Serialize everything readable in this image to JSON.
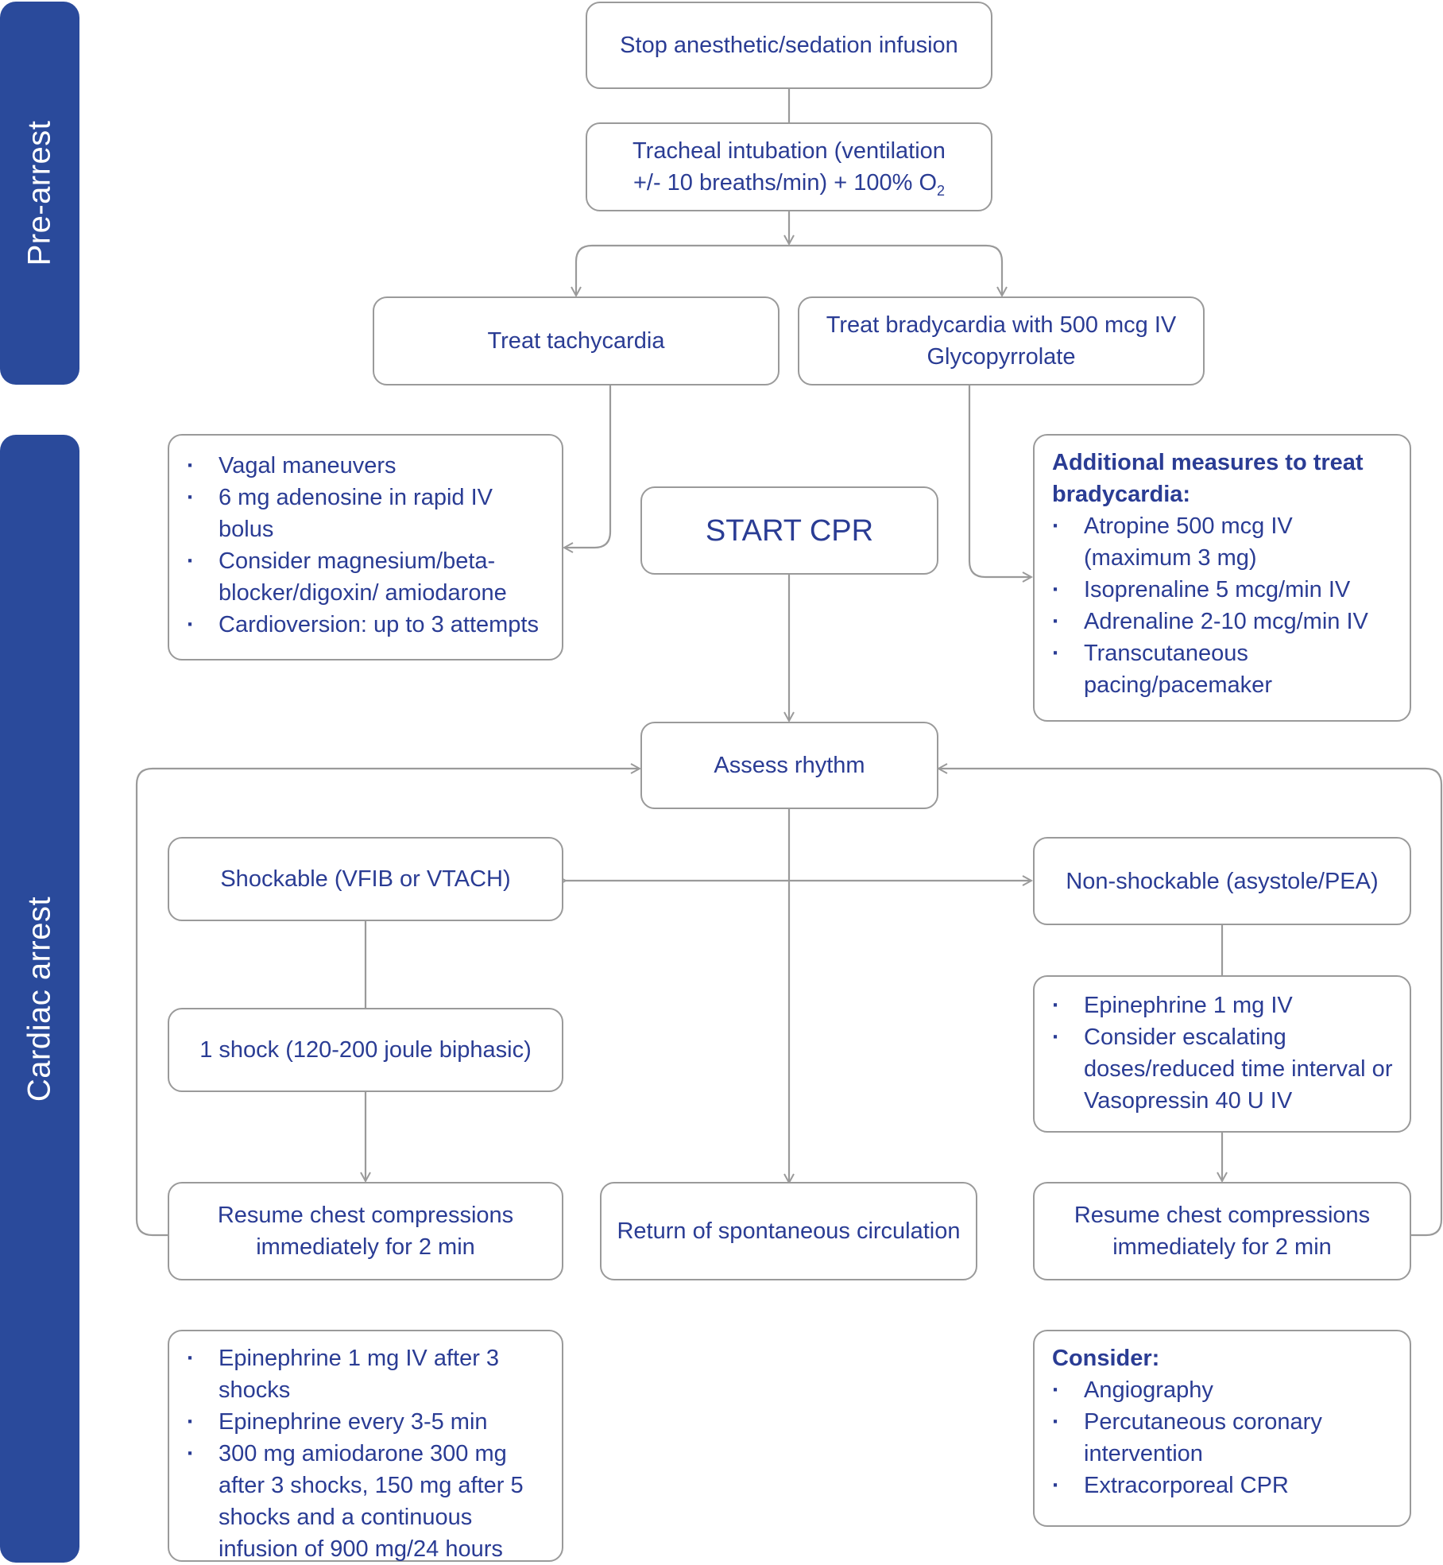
{
  "sections": {
    "pre_arrest": "Pre-arrest",
    "cardiac_arrest": "Cardiac arrest"
  },
  "steps": {
    "stop_infusion": "Stop anesthetic/sedation infusion",
    "intubation_line1": "Tracheal intubation (ventilation",
    "intubation_line2": "+/- 10 breaths/min) + 100% O",
    "intubation_sub": "2",
    "tachycardia": "Treat tachycardia",
    "bradycardia_line1": "Treat bradycardia with 500 mcg IV",
    "bradycardia_line2": "Glycopyrrolate",
    "start_cpr": "START CPR",
    "assess_rhythm": "Assess rhythm",
    "shockable": "Shockable (VFIB or VTACH)",
    "non_shockable": "Non-shockable (asystole/PEA)",
    "shock": "1 shock (120-200 joule biphasic)",
    "resume_left_line1": "Resume chest compressions",
    "resume_left_line2": "immediately for 2 min",
    "rosc": "Return of spontaneous circulation",
    "resume_right_line1": "Resume chest compressions",
    "resume_right_line2": "immediately for 2 min"
  },
  "tachy_measures": [
    "Vagal maneuvers",
    "6 mg adenosine in rapid IV bolus",
    "Consider magnesium/beta-blocker/digoxin/ amiodarone",
    "Cardioversion: up to 3 attempts"
  ],
  "brady_measures": {
    "heading": "Additional measures to treat bradycardia:",
    "items": [
      "Atropine 500 mcg IV (maximum 3 mg)",
      "Isoprenaline 5 mcg/min IV",
      "Adrenaline 2-10 mcg/min IV",
      "Transcutaneous pacing/pacemaker"
    ]
  },
  "nonshock_drugs": [
    "Epinephrine 1 mg IV",
    "Consider escalating doses/reduced time interval or Vasopressin 40 U IV"
  ],
  "shock_drugs": [
    "Epinephrine 1 mg IV after 3 shocks",
    "Epinephrine every 3-5 min",
    "300 mg amiodarone 300 mg after 3 shocks, 150 mg after 5 shocks and a continuous infusion of 900 mg/24 hours"
  ],
  "consider": {
    "heading": "Consider:",
    "items": [
      "Angiography",
      "Percutaneous coronary intervention",
      "Extracorporeal CPR"
    ]
  },
  "colors": {
    "band": "#2a4a9b",
    "text": "#2a3c94",
    "border": "#9a9a9a",
    "line": "#9a9a9a"
  }
}
